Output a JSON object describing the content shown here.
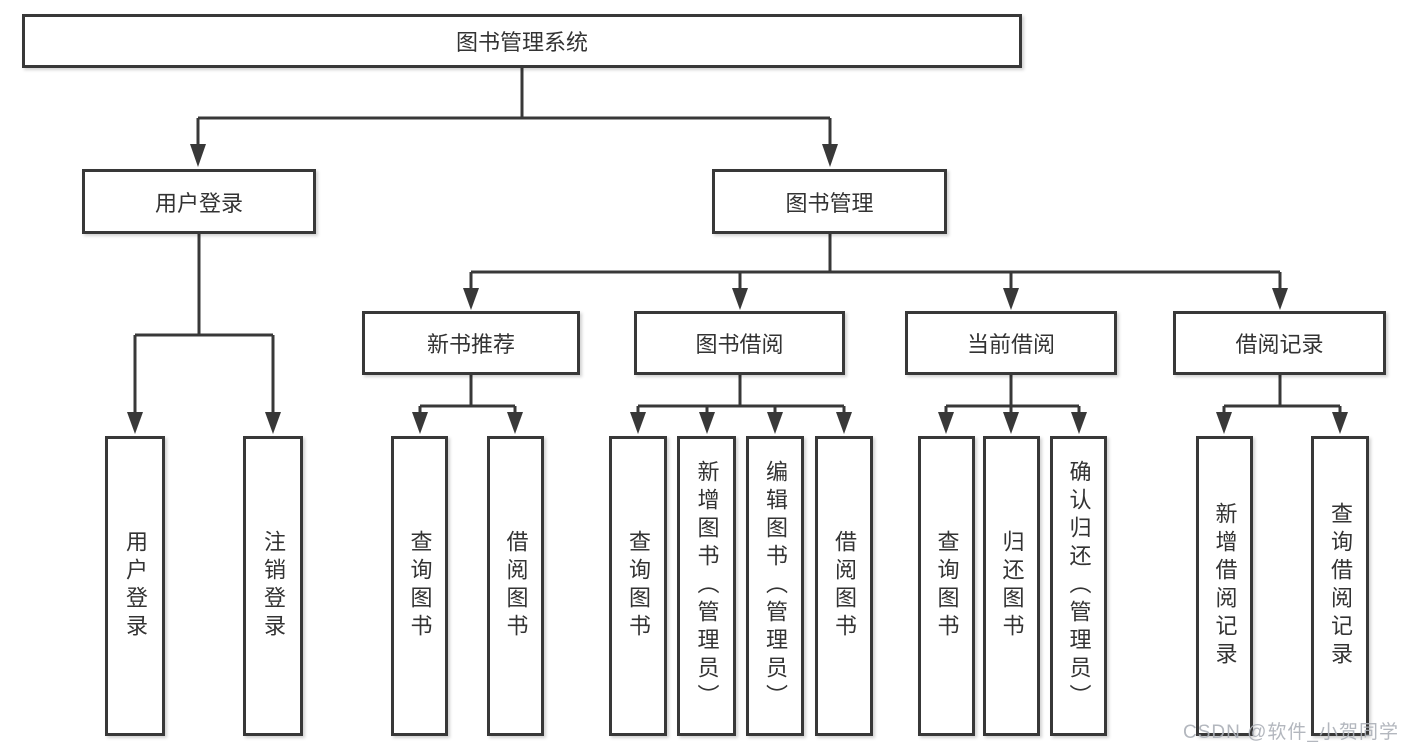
{
  "diagram": {
    "title": "图书管理系统",
    "tree": {
      "label": "图书管理系统",
      "children": [
        {
          "label": "用户登录",
          "children": [
            {
              "label": "用户登录"
            },
            {
              "label": "注销登录"
            }
          ]
        },
        {
          "label": "图书管理",
          "children": [
            {
              "label": "新书推荐",
              "children": [
                {
                  "label": "查询图书"
                },
                {
                  "label": "借阅图书"
                }
              ]
            },
            {
              "label": "图书借阅",
              "children": [
                {
                  "label": "查询图书"
                },
                {
                  "label": "新增图书（管理员）"
                },
                {
                  "label": "编辑图书（管理员）"
                },
                {
                  "label": "借阅图书"
                }
              ]
            },
            {
              "label": "当前借阅",
              "children": [
                {
                  "label": "查询图书"
                },
                {
                  "label": "归还图书"
                },
                {
                  "label": "确认归还（管理员）"
                }
              ]
            },
            {
              "label": "借阅记录",
              "children": [
                {
                  "label": "新增借阅记录"
                },
                {
                  "label": "查询借阅记录"
                }
              ]
            }
          ]
        }
      ]
    }
  },
  "watermark": {
    "text": "CSDN @软件_小贺同学"
  },
  "colors": {
    "line": "#383838",
    "box_border": "#383838",
    "text": "#333333",
    "box_fill": "#ffffff",
    "watermark": "#acb1b8",
    "background": "#ffffff"
  }
}
